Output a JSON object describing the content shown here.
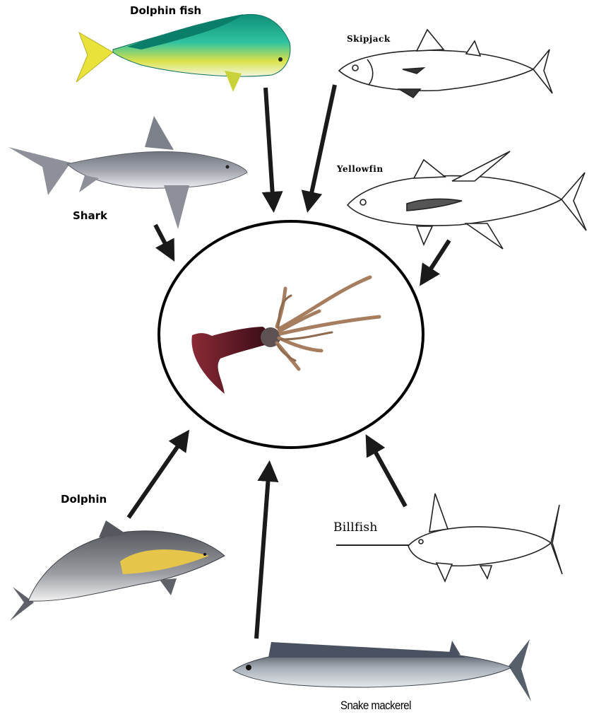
{
  "center": {
    "name": ""
  },
  "predators": {
    "dolphin_fish": "Dolphin fish",
    "skipjack": "Skipjack",
    "shark": "Shark",
    "yellowfin": "Yellowfin",
    "dolphin": "Dolphin",
    "billfish": "Billfish",
    "snake_mackerel": "Snake mackerel"
  },
  "colors": {
    "arrow": "#1a1a1a",
    "circle": "#000000",
    "squid": "#5a1a24",
    "dolphin_fish_body": "#1bb39a",
    "dolphin_fish_fin": "#e8e23a",
    "shark": "#8d9099",
    "dolphin_body": "#8c8f95",
    "dolphin_patch": "#e6c64a",
    "snake_mackerel": "#7d8590"
  }
}
